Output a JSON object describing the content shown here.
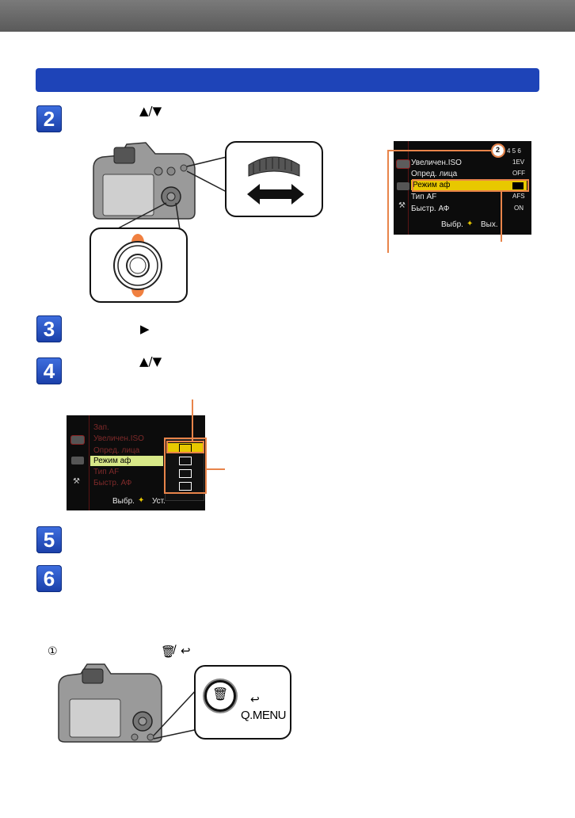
{
  "header": {
    "title": ""
  },
  "steps": [
    {
      "number": "2",
      "arrow": "▲/▼"
    },
    {
      "number": "3",
      "arrow": "▶"
    },
    {
      "number": "4",
      "arrow": "▲/▼"
    },
    {
      "number": "5"
    },
    {
      "number": "6"
    }
  ],
  "menu1": {
    "tab_value": "4 5 6",
    "page_badge": "2",
    "items": [
      {
        "label": "Увеличен.ISO",
        "value": "1EV"
      },
      {
        "label": "Опред. лица",
        "value": "OFF"
      },
      {
        "label": "Режим аф",
        "value": ""
      },
      {
        "label": "Тип AF",
        "value": "AFS"
      },
      {
        "label": "Быстр. АФ",
        "value": "ON"
      }
    ],
    "footer": "Выбр.",
    "footer_end": "Вых."
  },
  "menu2": {
    "title": "Зап.",
    "items": [
      {
        "label": "Увеличен.ISO"
      },
      {
        "label": "Опред. лица"
      },
      {
        "label": "Режим аф"
      },
      {
        "label": "Тип AF"
      },
      {
        "label": "Быстр. АФ"
      }
    ],
    "footer": "Выбр.",
    "footer_end": "Уст."
  },
  "note": {
    "marker": "①",
    "icons": " / "
  },
  "button_zoom": {
    "label": "Q.MENU"
  },
  "colors": {
    "accent": "#1e44b8",
    "callout": "#e8844a",
    "highlight": "#e8c800"
  }
}
